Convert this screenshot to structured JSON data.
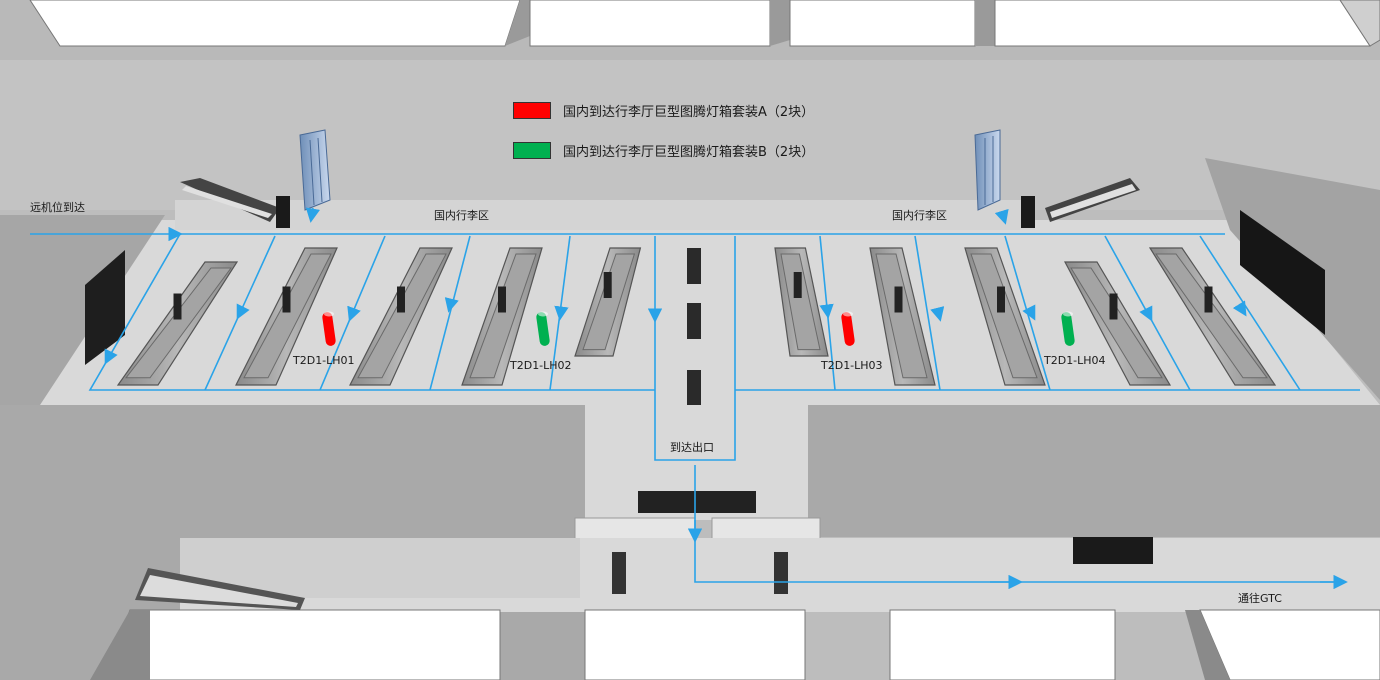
{
  "legend": [
    {
      "color": "#ff0000",
      "text": "国内到达行李厅巨型图腾灯箱套装A（2块）"
    },
    {
      "color": "#00b050",
      "text": "国内到达行李厅巨型图腾灯箱套装B（2块）"
    }
  ],
  "labels": {
    "remote_arrival": "远机位到达",
    "baggage_left": "国内行李区",
    "baggage_right": "国内行李区",
    "exit": "到达出口",
    "gtc": "通往GTC"
  },
  "markers": [
    {
      "id": "T2D1-LH01",
      "type": "A",
      "color": "#ff0000"
    },
    {
      "id": "T2D1-LH02",
      "type": "B",
      "color": "#00b050"
    },
    {
      "id": "T2D1-LH03",
      "type": "A",
      "color": "#ff0000"
    },
    {
      "id": "T2D1-LH04",
      "type": "B",
      "color": "#00b050"
    }
  ],
  "colors": {
    "flow": "#2aa3e8",
    "floor": "#d9d9d9",
    "wall": "#a9a9a9"
  }
}
